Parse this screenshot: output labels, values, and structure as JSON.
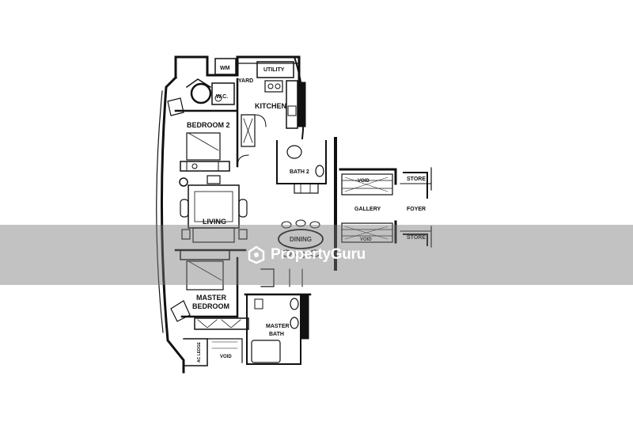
{
  "labels": {
    "wm": "WM",
    "utility": "UTILITY",
    "yard": "YARD",
    "wc": "W.C.",
    "kitchen": "KITCHEN",
    "bedroom2": "BEDROOM 2",
    "bath2": "BATH 2",
    "void_top": "VOID",
    "store_top": "STORE",
    "gallery": "GALLERY",
    "foyer": "FOYER",
    "living": "LIVING",
    "dining": "DINING",
    "void_mid": "VOID",
    "store_bottom": "STORE",
    "master_line1": "MASTER",
    "master_line2": "BEDROOM",
    "master_bath_line1": "MASTER",
    "master_bath_line2": "BATH",
    "ac_ledge": "AC LEDGE",
    "void_bottom": "VOID"
  },
  "watermark": {
    "text": "PropertyGuru"
  }
}
